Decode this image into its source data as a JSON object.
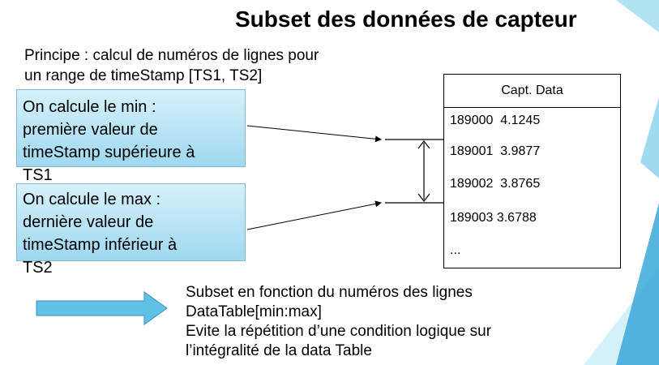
{
  "title": "Subset des données de capteur",
  "intro": "Principe : calcul de numéros de lignes pour\nun range de timeStamp [TS1, TS2]",
  "min_box": "On calcule le min :\npremière valeur de\ntimeStamp supérieure à\nTS1",
  "max_box": "On calcule le max :\ndernière valeur de\ntimeStamp inférieur à\nTS2",
  "table": {
    "header": "Capt. Data",
    "rows": [
      "189000  4.1245",
      "189001  3.9877",
      "189002  3.8765",
      "189003 3.6788",
      "..."
    ]
  },
  "bottom_text": "Subset en fonction du numéros des lignes\nDataTable[min:max]\nEvite la répétition d’une condition logique sur\nl’intégralité de la data Table",
  "colors": {
    "box_top": "#d6f1fb",
    "box_bottom": "#9fd8ef",
    "arrow": "#5fc1e6",
    "accent": "#39a9dc"
  }
}
